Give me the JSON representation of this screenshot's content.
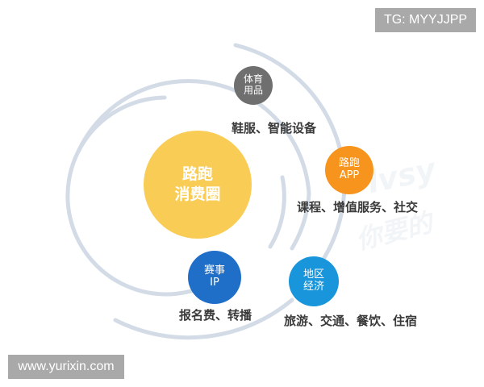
{
  "watermarks": {
    "top_right": "TG: MYYJJPP",
    "bottom_left": "www.yurixin.com",
    "faint_logo": "lvsy",
    "faint_text": "你要的"
  },
  "colors": {
    "ring": "#d3dce6",
    "core": "#f9cd55",
    "gear": "#6f6f6f",
    "app": "#f7941d",
    "ip": "#1f6fc9",
    "region": "#1996db",
    "caption": "#3a3a3a",
    "tag_bg": "#a9a9a9"
  },
  "diagram": {
    "core": {
      "line1": "路跑",
      "line2": "消费圈"
    },
    "nodes": [
      {
        "id": "gear",
        "line1": "体育",
        "line2": "用品",
        "caption": "鞋服、智能设备"
      },
      {
        "id": "app",
        "line1": "路跑",
        "line2": "APP",
        "caption": "课程、增值服务、社交"
      },
      {
        "id": "ip",
        "line1": "赛事",
        "line2": "IP",
        "caption": "报名费、转播"
      },
      {
        "id": "region",
        "line1": "地区",
        "line2": "经济",
        "caption": "旅游、交通、餐饮、住宿"
      }
    ]
  }
}
